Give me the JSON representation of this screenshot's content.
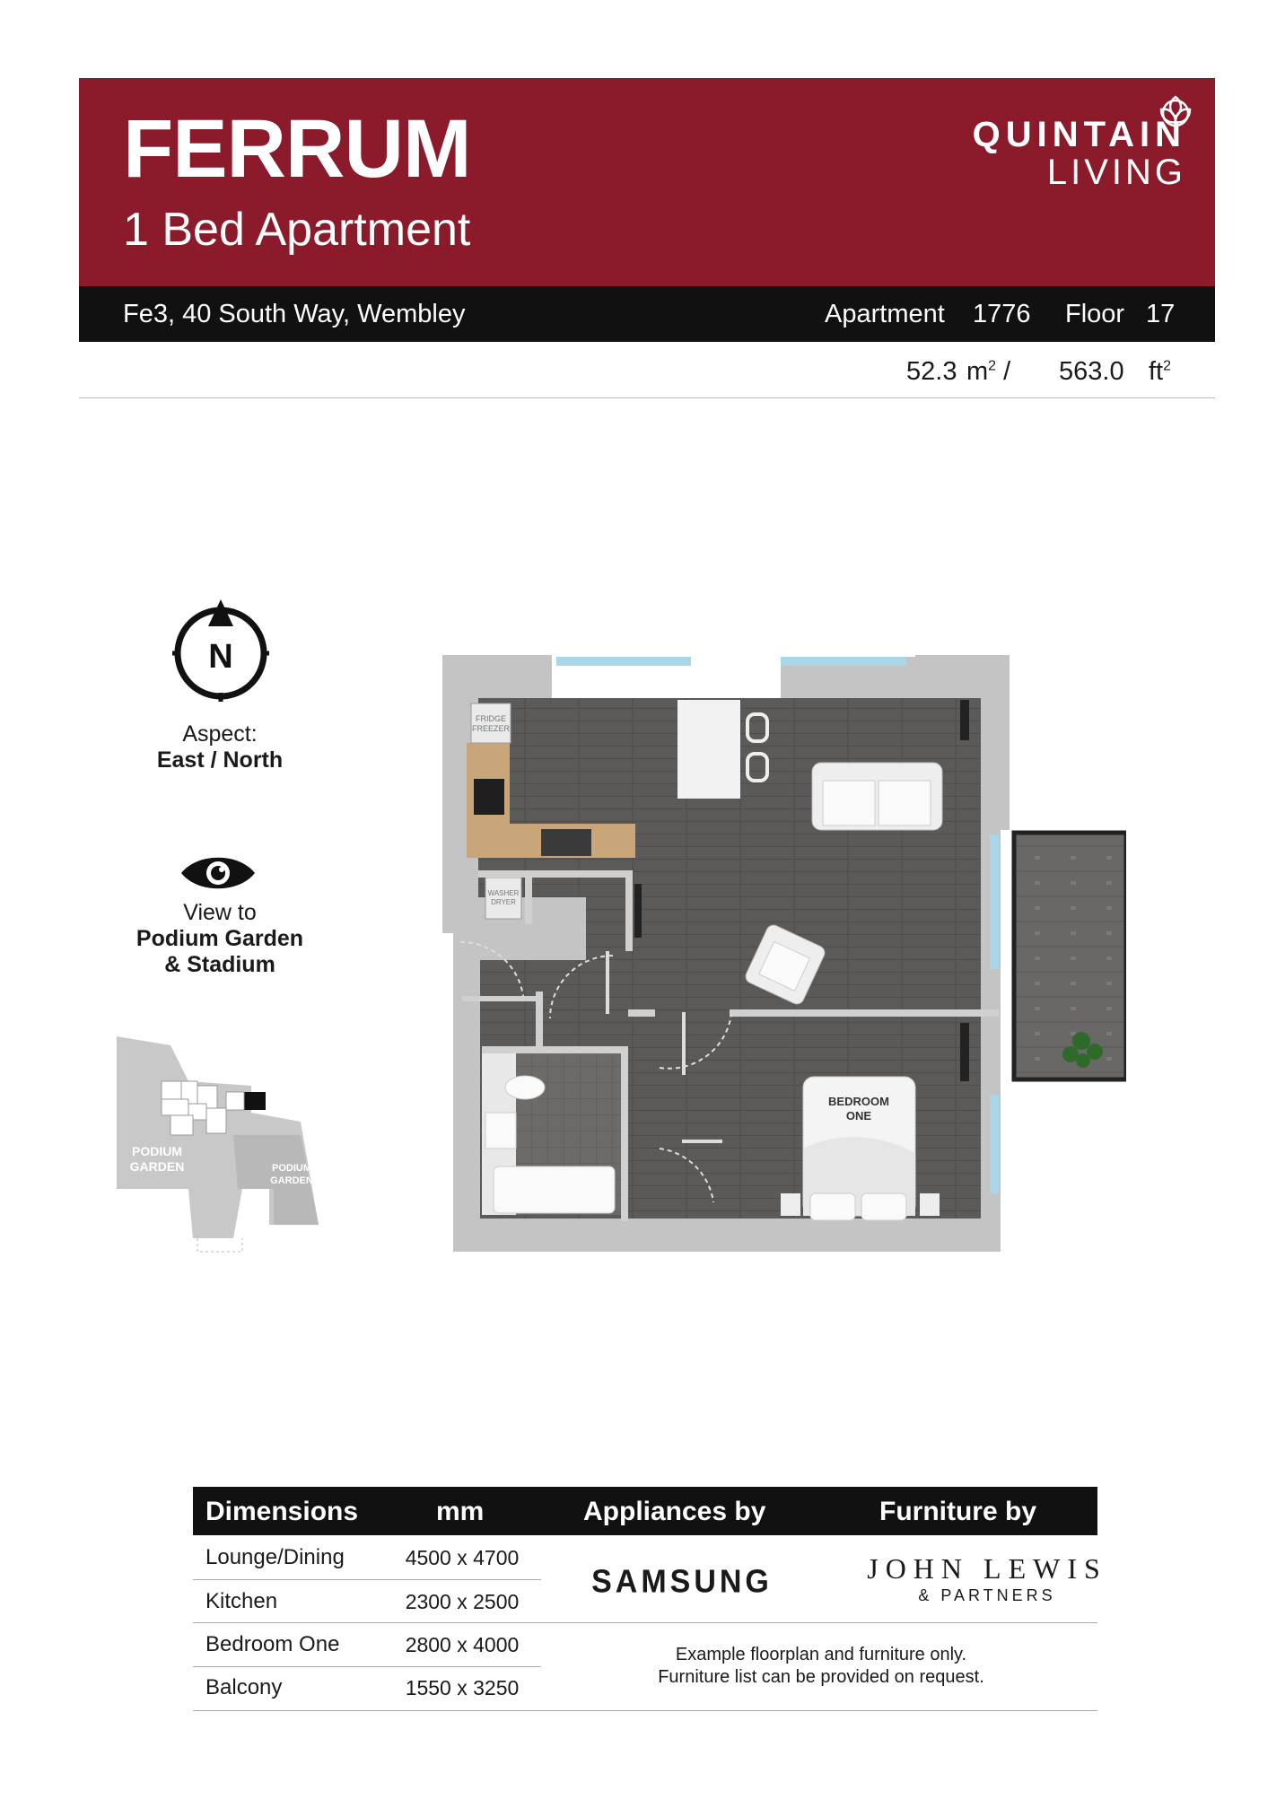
{
  "header": {
    "title": "FERRUM",
    "subtitle": "1 Bed Apartment",
    "brand_name": "QUINTAIN",
    "brand_sub": "LIVING",
    "background_color": "#8b1a2b"
  },
  "address_bar": {
    "address": "Fe3, 40 South Way, Wembley",
    "apartment_label": "Apartment",
    "apartment_value": "1776",
    "floor_label": "Floor",
    "floor_value": "17"
  },
  "area": {
    "sqm": "52.3",
    "sqm_unit": "m",
    "separator": "/",
    "sqft": "563.0",
    "sqft_unit": "ft"
  },
  "orientation": {
    "compass_letter": "N",
    "aspect_label": "Aspect:",
    "aspect_value": "East / North",
    "view_label": "View to",
    "view_value_line1": "Podium Garden",
    "view_value_line2": "& Stadium"
  },
  "site_plan": {
    "label_left_1": "PODIUM",
    "label_left_2": "GARDEN",
    "label_right_1": "PODIUM",
    "label_right_2": "GARDEN"
  },
  "floor_plan": {
    "fridge_1": "FRIDGE",
    "fridge_2": "FREEZER",
    "washer_1": "WASHER",
    "washer_2": "DRYER",
    "bedroom_1": "BEDROOM",
    "bedroom_2": "ONE"
  },
  "table": {
    "headers": {
      "dimensions": "Dimensions",
      "mm": "mm",
      "appliances": "Appliances by",
      "furniture": "Furniture by"
    },
    "rows": [
      {
        "room": "Lounge/Dining",
        "size": "4500 x 4700"
      },
      {
        "room": "Kitchen",
        "size": "2300 x 2500"
      },
      {
        "room": "Bedroom One",
        "size": "2800 x 4000"
      },
      {
        "room": "Balcony",
        "size": "1550 x 3250"
      }
    ],
    "appliances_brand": "SAMSUNG",
    "furniture_brand": "JOHN LEWIS",
    "furniture_brand_sub": "& PARTNERS",
    "note_line1": "Example floorplan and furniture only.",
    "note_line2": "Furniture list can be provided on request."
  }
}
